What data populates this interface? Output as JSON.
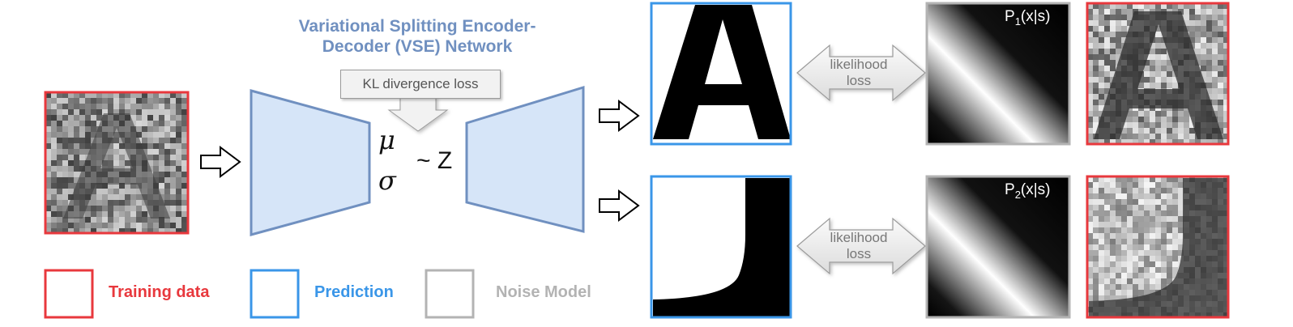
{
  "title_line1": "Variational Splitting Encoder-",
  "title_line2": "Decoder (VSE) Network",
  "kl_loss": "KL divergence loss",
  "mu": "μ",
  "sigma": "σ",
  "z_label": "~ Z",
  "likelihood_line1": "likelihood",
  "likelihood_line2": "loss",
  "p_prefix": "P",
  "p_suffix": "(x|s)",
  "p1_index": "1",
  "p2_index": "2",
  "legend": {
    "training": "Training data",
    "prediction": "Prediction",
    "noise": "Noise Model"
  },
  "colors": {
    "training": "#e8383d",
    "prediction": "#3a96e8",
    "noise": "#b3b3b3",
    "network_fill": "#d6e5f8",
    "network_stroke": "#7090c0"
  }
}
